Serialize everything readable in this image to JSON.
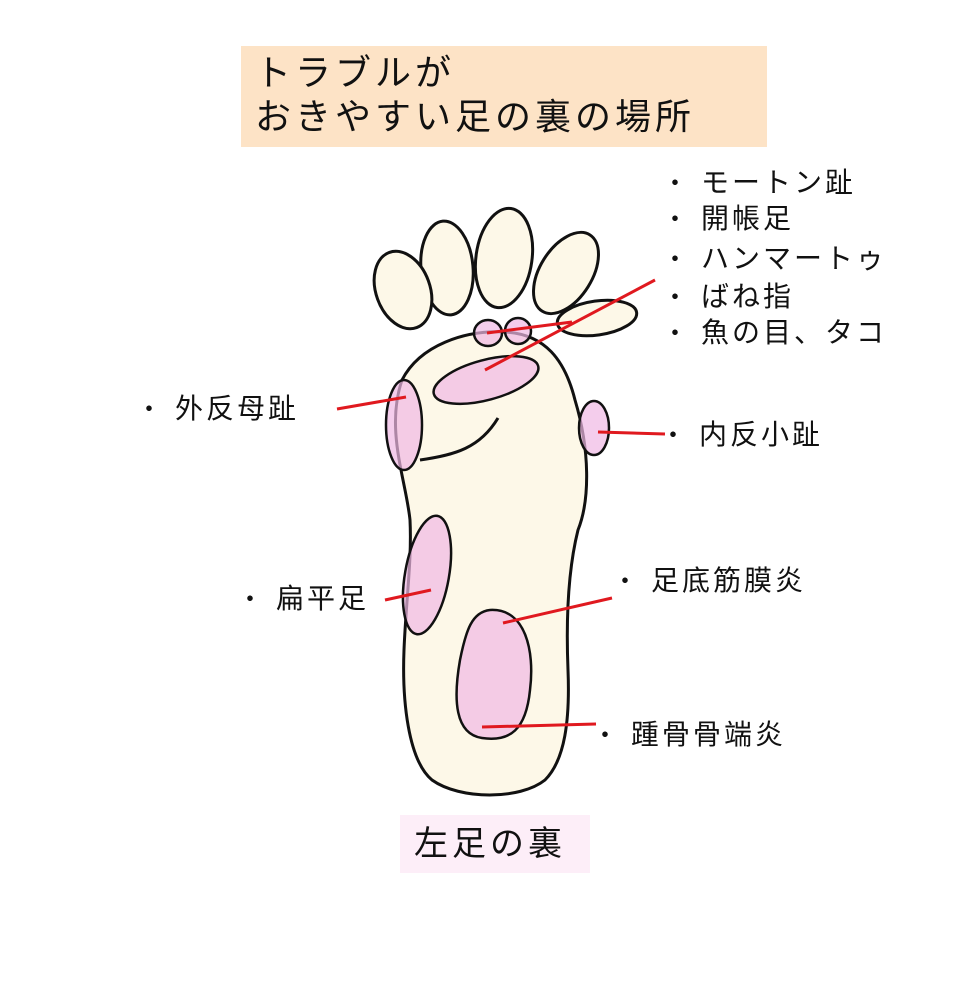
{
  "title": {
    "line1": "トラブルが",
    "line2": "おきやすい足の裏の場所"
  },
  "labels": {
    "morton": "モートン趾",
    "spread_foot": "開帳足",
    "hammer_toe": "ハンマートゥ",
    "trigger_toe": "ばね指",
    "corn_callus": "魚の目、タコ",
    "hallux_valgus": "外反母趾",
    "bunionette": "内反小趾",
    "flat_foot": "扁平足",
    "plantar_fasciitis": "足底筋膜炎",
    "calcaneal_apophysitis": "踵骨骨端炎"
  },
  "caption": "左足の裏",
  "colors": {
    "title_bg": "#fde3c6",
    "caption_bg": "#fdeef8",
    "foot_fill": "#fdf8e8",
    "marker_fill": "#f0b8e4",
    "pointer_line": "#e0191f",
    "outline": "#111111"
  },
  "bullet": "・"
}
